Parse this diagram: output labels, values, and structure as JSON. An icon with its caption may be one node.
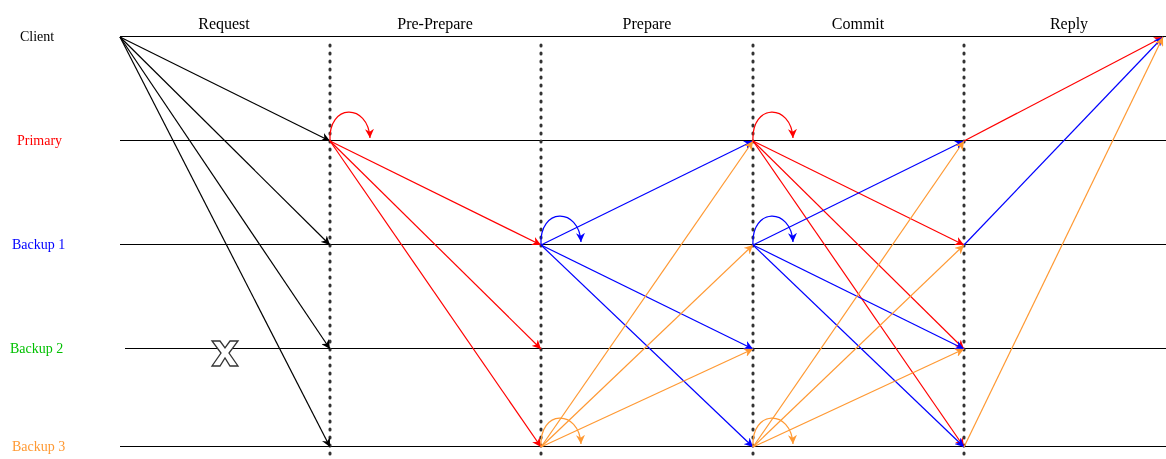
{
  "diagram": {
    "nodes": [
      {
        "text": [
          "Client"
        ]
      },
      {
        "text": [
          "Primary"
        ]
      },
      {
        "text": [
          "Backup 1"
        ]
      },
      {
        "text": [
          "Backup 2"
        ]
      },
      {
        "text": [
          "Backup 3"
        ]
      }
    ],
    "edges": [
      {
        "from": 0,
        "to": 1,
        "arrow": "to",
        "color": "#000000"
      },
      {
        "from": 0,
        "to": 2,
        "arrow": "to",
        "color": "#000000"
      },
      {
        "from": 0,
        "to": 3,
        "arrow": "to",
        "color": "#000000"
      },
      {
        "from": 0,
        "to": 4,
        "arrow": "to",
        "color": "#000000"
      },
      {
        "from": 1,
        "to": 1,
        "arrow": "to",
        "color": "#ff0000"
      },
      {
        "from": 1,
        "to": 2,
        "arrow": "to",
        "color": "#ff0000"
      },
      {
        "from": 1,
        "to": 3,
        "arrow": "to",
        "color": "#ff0000"
      },
      {
        "from": 1,
        "to": 4,
        "arrow": "to",
        "color": "#ff0000"
      },
      {
        "from": 2,
        "to": 2,
        "arrow": "to",
        "color": "#0000ff"
      },
      {
        "from": 2,
        "to": 1,
        "arrow": "to",
        "color": "#0000ff"
      },
      {
        "from": 2,
        "to": 3,
        "arrow": "to",
        "color": "#0000ff"
      },
      {
        "from": 2,
        "to": 4,
        "arrow": "to",
        "color": "#0000ff"
      },
      {
        "from": 4,
        "to": 4,
        "arrow": "to",
        "color": "#ff9933"
      },
      {
        "from": 4,
        "to": 1,
        "arrow": "to",
        "color": "#ff9933"
      },
      {
        "from": 4,
        "to": 2,
        "arrow": "to",
        "color": "#ff9933"
      },
      {
        "from": 4,
        "to": 3,
        "arrow": "to",
        "color": "#ff9933"
      },
      {
        "from": 1,
        "to": 1,
        "arrow": "to",
        "color": "#ff0000"
      },
      {
        "from": 1,
        "to": 2,
        "arrow": "to",
        "color": "#ff0000"
      },
      {
        "from": 1,
        "to": 3,
        "arrow": "to",
        "color": "#ff0000"
      },
      {
        "from": 1,
        "to": 4,
        "arrow": "to",
        "color": "#ff0000"
      },
      {
        "from": 2,
        "to": 2,
        "arrow": "to",
        "color": "#0000ff"
      },
      {
        "from": 2,
        "to": 1,
        "arrow": "to",
        "color": "#0000ff"
      },
      {
        "from": 2,
        "to": 3,
        "arrow": "to",
        "color": "#0000ff"
      },
      {
        "from": 2,
        "to": 4,
        "arrow": "to",
        "color": "#0000ff"
      },
      {
        "from": 4,
        "to": 4,
        "arrow": "to",
        "color": "#ff9933"
      },
      {
        "from": 4,
        "to": 1,
        "arrow": "to",
        "color": "#ff9933"
      },
      {
        "from": 4,
        "to": 2,
        "arrow": "to",
        "color": "#ff9933"
      },
      {
        "from": 4,
        "to": 3,
        "arrow": "to",
        "color": "#ff9933"
      },
      {
        "from": 1,
        "to": 0,
        "arrow": "to",
        "color": "#ff0000"
      },
      {
        "from": 2,
        "to": 0,
        "arrow": "to",
        "color": "#0000ff"
      },
      {
        "from": 4,
        "to": 0,
        "arrow": "to",
        "color": "#ff9933"
      }
    ],
    "labels": [
      "Request",
      "Pre-Prepare",
      "Prepare",
      "Commit",
      "Reply"
    ]
  }
}
